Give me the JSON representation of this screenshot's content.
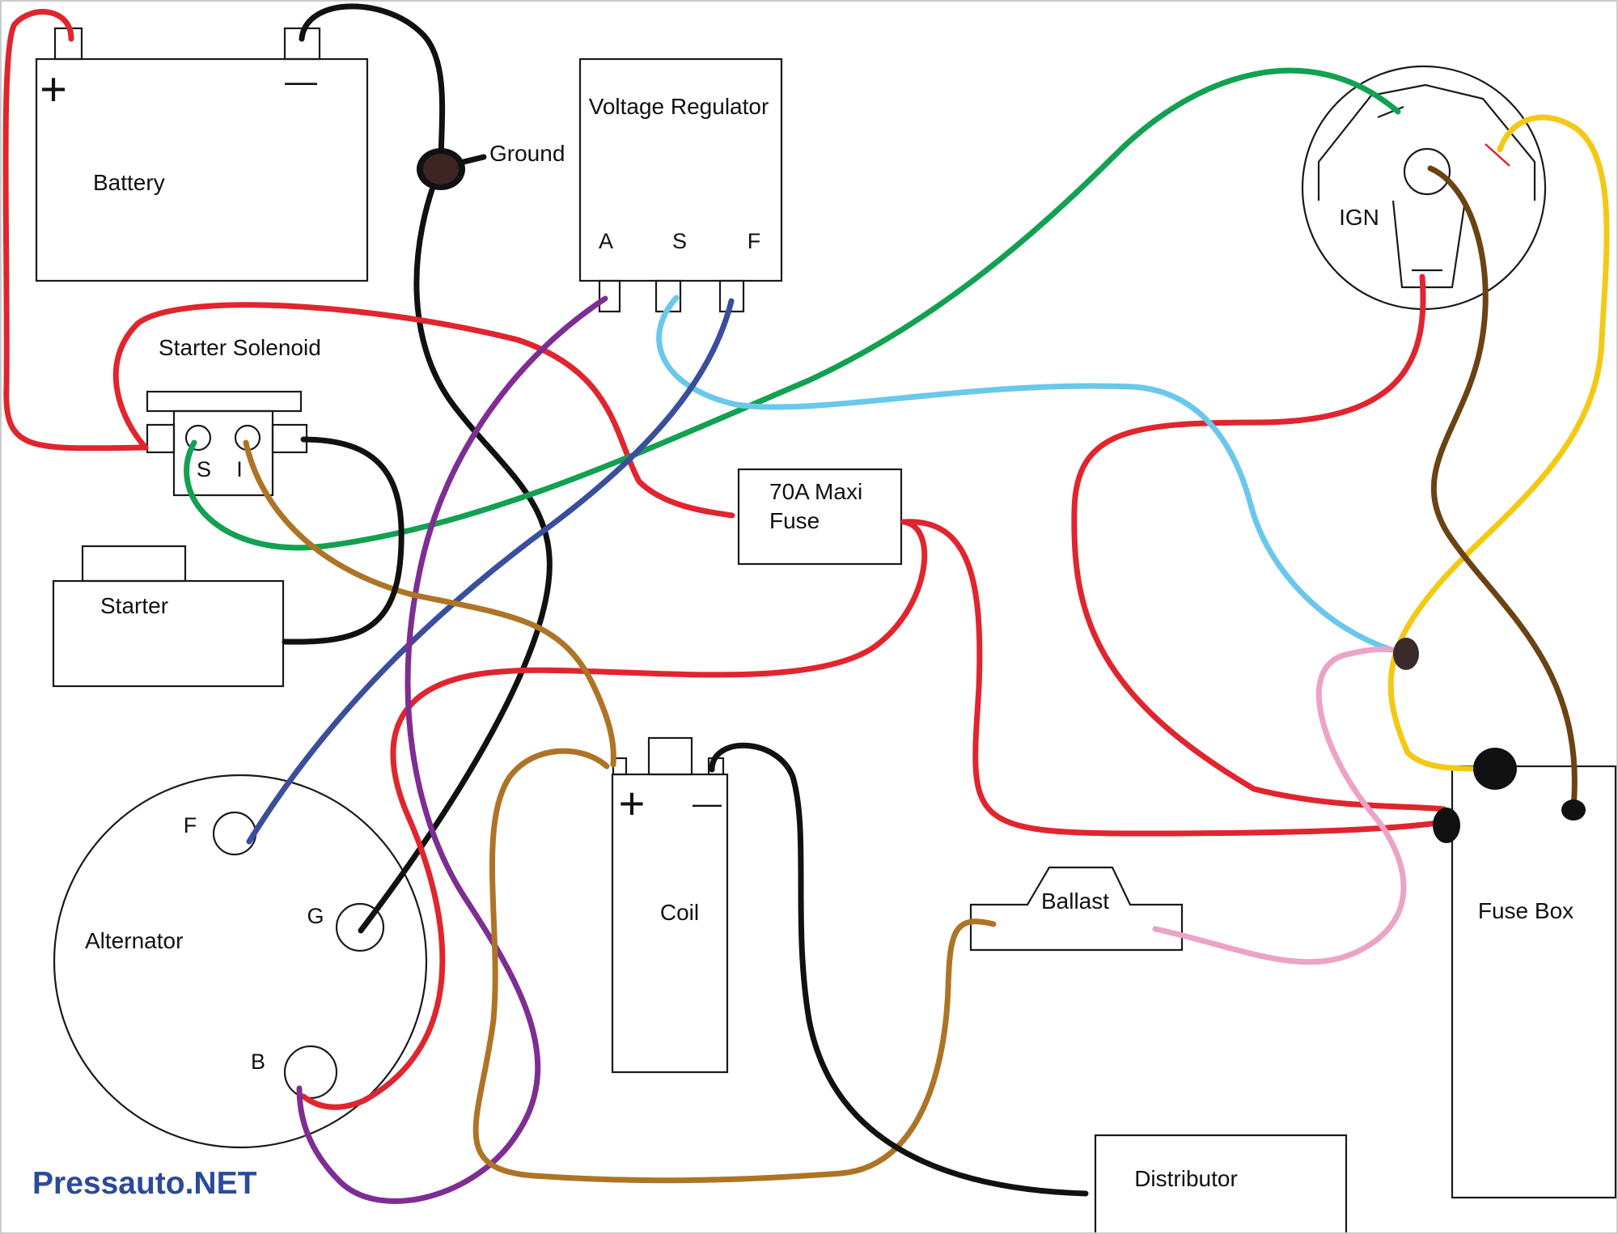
{
  "watermark": {
    "text": "Pressauto.NET",
    "color": "#2b4a9a"
  },
  "components": {
    "battery": {
      "label": "Battery",
      "positive": "+",
      "negative": "—"
    },
    "ground": {
      "label": "Ground"
    },
    "voltage_regulator": {
      "label": "Voltage Regulator",
      "terminals": [
        "A",
        "S",
        "F"
      ]
    },
    "ignition": {
      "label": "IGN"
    },
    "starter_solenoid": {
      "label": "Starter Solenoid",
      "terminals": [
        "S",
        "I"
      ]
    },
    "maxi_fuse": {
      "line1": "70A Maxi",
      "line2": "Fuse"
    },
    "starter": {
      "label": "Starter"
    },
    "alternator": {
      "label": "Alternator",
      "terminals": [
        "F",
        "G",
        "B"
      ]
    },
    "coil": {
      "label": "Coil",
      "positive": "+",
      "negative": "—"
    },
    "ballast": {
      "label": "Ballast"
    },
    "fuse_box": {
      "label": "Fuse Box"
    },
    "distributor": {
      "label": "Distributor"
    }
  },
  "wire_colors": {
    "red": "#e0252f",
    "black": "#111111",
    "green": "#12a150",
    "light_blue": "#6ac8ea",
    "blue": "#3a4f9b",
    "purple": "#7e2e92",
    "brown": "#ae7426",
    "dark_brown": "#6b4313",
    "yellow": "#f3c915",
    "pink": "#eba3c6"
  }
}
